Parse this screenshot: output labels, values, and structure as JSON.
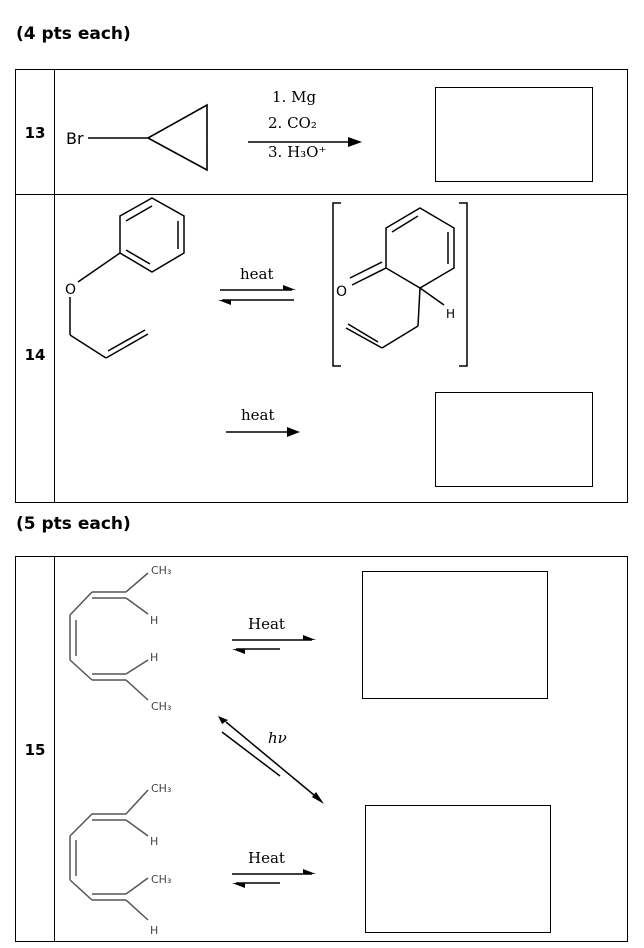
{
  "section1": {
    "heading": "(4 pts each)"
  },
  "section2": {
    "heading": "(5 pts each)"
  },
  "q13": {
    "number": "13",
    "substituent": "Br",
    "steps": [
      "1. Mg",
      "2. CO₂",
      "3. H₃O⁺"
    ]
  },
  "q14": {
    "number": "14",
    "oxygen": "O",
    "intermediate_oxygen": "O",
    "intermediate_hydrogen": "H",
    "condition1": "heat",
    "condition2": "heat"
  },
  "q15": {
    "number": "15",
    "methyl": "CH₃",
    "hydrogen": "H",
    "condition_top": "Heat",
    "condition_bottom": "Heat",
    "condition_photo": "hν"
  }
}
